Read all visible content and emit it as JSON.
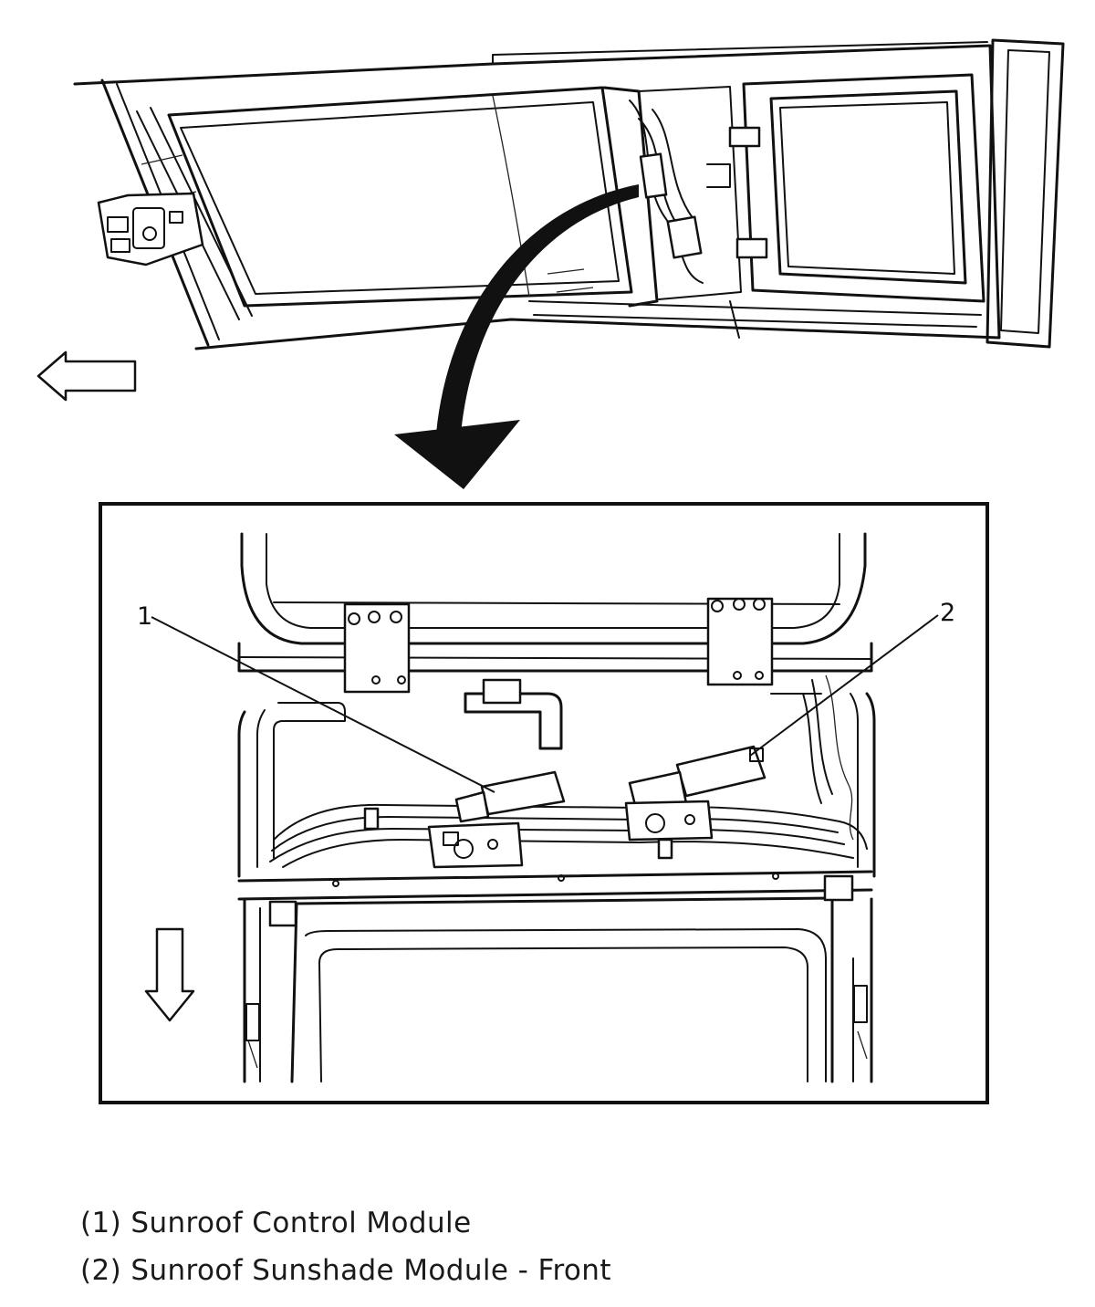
{
  "callouts": {
    "c1": "1",
    "c2": "2"
  },
  "legend": {
    "item1": "(1) Sunroof Control Module",
    "item2": "(2) Sunroof Sunshade Module - Front"
  },
  "icons": {
    "front_arrow_top": "arrow-left-outline",
    "front_arrow_detail": "arrow-down-outline",
    "detail_pointer": "curved-arrow-solid"
  }
}
